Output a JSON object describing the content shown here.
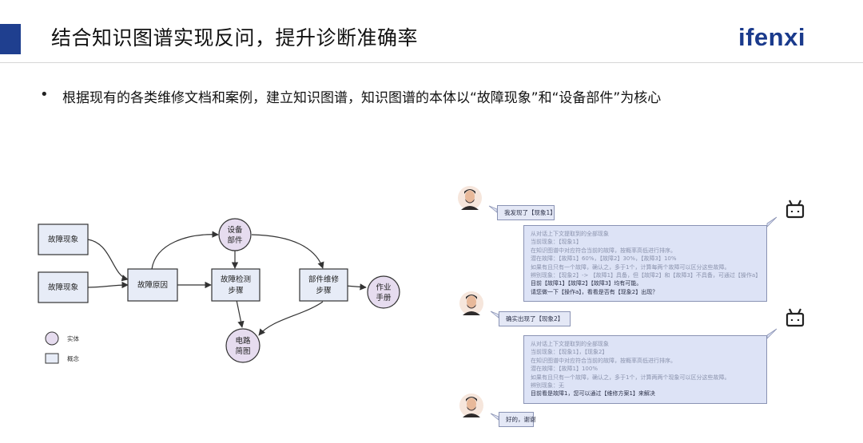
{
  "header": {
    "title": "结合知识图谱实现反问，提升诊断准确率",
    "logo_text": "ifenxi",
    "accent_color": "#1f3f8f"
  },
  "bullet": {
    "marker": "•",
    "text": "根据现有的各类维修文档和案例，建立知识图谱，知识图谱的本体以“故障现象”和“设备部件”为核心"
  },
  "diagram": {
    "concept_nodes": {
      "symptom_1": "故障现象",
      "symptom_2": "故障现象",
      "cause": "故障原因",
      "detect_l1": "故障检测",
      "detect_l2": "步骤",
      "repair_l1": "部件维修",
      "repair_l2": "步骤"
    },
    "entity_nodes": {
      "device_l1": "设备",
      "device_l2": "部件",
      "manual_l1": "作业",
      "manual_l2": "手册",
      "circuit_l1": "电路",
      "circuit_l2": "简图"
    },
    "legend": {
      "entity": "实体",
      "concept": "概念"
    },
    "colors": {
      "entity_fill": "#e6dcef",
      "concept_fill": "#e7ecf7",
      "stroke": "#333333"
    }
  },
  "chat": {
    "user_msg_1": "我发现了【现象1】",
    "bot_msg_1": {
      "lines": [
        "从对话上下文提取到的全部现象",
        "当前现象：【现象1】",
        "在知识图谱中对应符合当前的故障，按概率高低进行排序。",
        "潜在故障：【故障1】60%，【故障2】30%，【故障3】10%",
        "如果有且只有一个故障，确认之，多于1个，计算每两个故障可以区分这些故障。",
        "辨别现象：【现象2】-> 【故障1】具备，但【故障2】和【故障3】不具备，可通过【操作a】来检验",
        "目前【故障1】【故障2】【故障3】均有可能。",
        "请您做一下【操作a】，看看是否有【现象2】出现？"
      ],
      "dark_from": 6
    },
    "user_msg_2": "确实出现了【现象2】",
    "bot_msg_2": {
      "lines": [
        "从对话上下文提取到的全部现象",
        "当前现象：【现象1】，【现象2】",
        "在知识图谱中对应符合当前的故障，按概率高低进行排序。",
        "潜在故障：【故障1】100%",
        "如果有且只有一个故障，确认之，多于1个，计算两两个现象可以区分这些故障。",
        "辨别现象：无",
        "目前看是故障1，您可以通过【维修方案1】来解决"
      ],
      "dark_from": 6
    },
    "user_msg_3": "好的，谢谢"
  }
}
